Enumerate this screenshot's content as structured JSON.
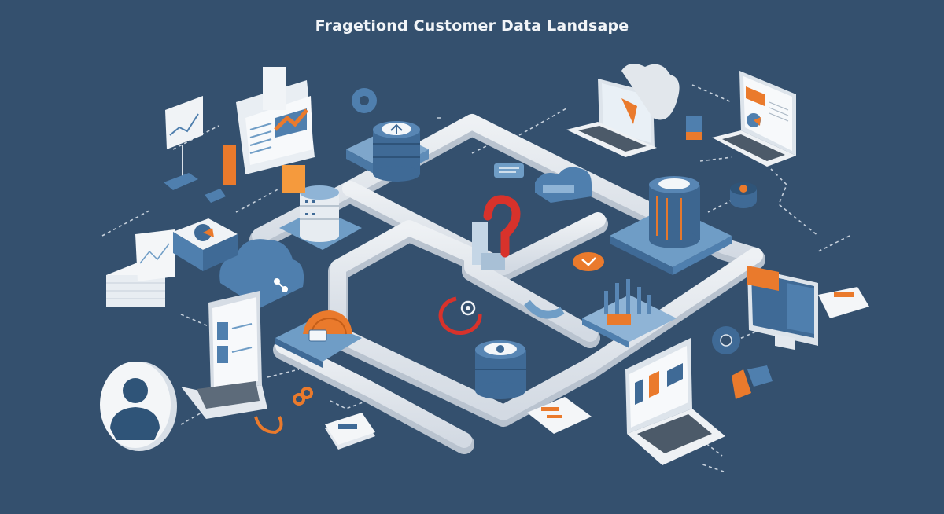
{
  "header": {
    "title": "Fragetiond Customer Data Landsape"
  },
  "colors": {
    "background": "#34506e",
    "path": "#e6e9ee",
    "path_shadow": "#b8c2cf",
    "blue_mid": "#4f7fae",
    "blue_light": "#8fb4d6",
    "blue_dark": "#2b4a6b",
    "orange": "#ea7a2c",
    "red": "#d8322b",
    "white": "#f4f6f8"
  },
  "scene": {
    "nodes": [
      {
        "id": "database-top",
        "type": "database"
      },
      {
        "id": "database-left",
        "type": "database"
      },
      {
        "id": "database-right",
        "type": "database"
      },
      {
        "id": "database-bottom",
        "type": "database"
      },
      {
        "id": "central-question-mark",
        "type": "question-mark"
      },
      {
        "id": "user-profile-badge",
        "type": "avatar"
      },
      {
        "id": "laptop-left-profiles",
        "type": "laptop"
      },
      {
        "id": "laptop-top-cloud",
        "type": "laptop"
      },
      {
        "id": "laptop-top-right-report",
        "type": "laptop"
      },
      {
        "id": "laptop-bottom-profiles",
        "type": "laptop"
      },
      {
        "id": "monitor-analytics",
        "type": "monitor"
      },
      {
        "id": "monitor-right-dashboard",
        "type": "monitor"
      },
      {
        "id": "cloud-left",
        "type": "cloud"
      },
      {
        "id": "cloud-center",
        "type": "cloud"
      },
      {
        "id": "chip-processor",
        "type": "processor"
      },
      {
        "id": "bar-growth-platform",
        "type": "chart"
      }
    ]
  }
}
